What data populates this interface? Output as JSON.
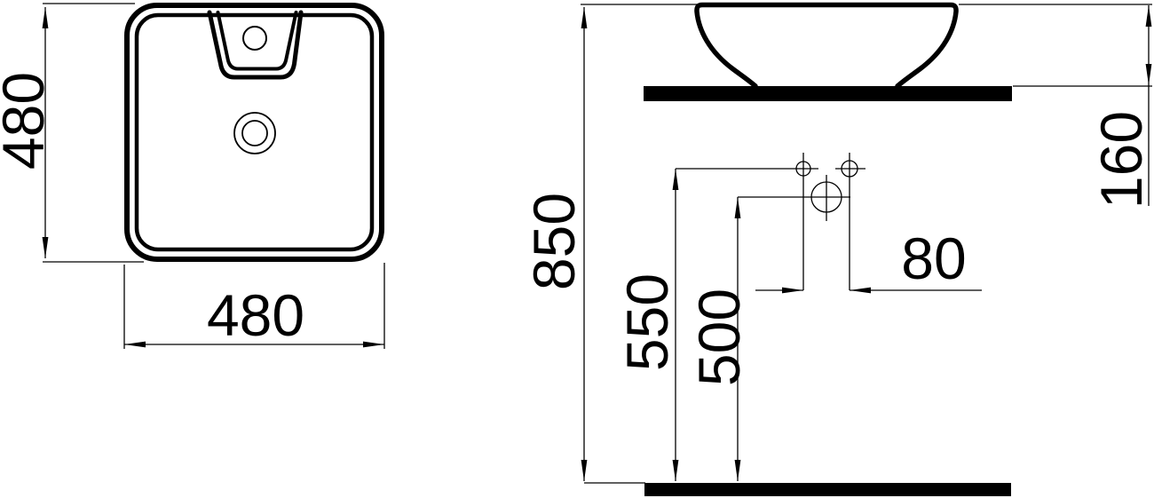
{
  "drawing": {
    "background": "#ffffff",
    "line_color": "#000000",
    "dimensions": {
      "top_view_height": {
        "label": "480"
      },
      "top_view_width": {
        "label": "480"
      },
      "overall_height": {
        "label": "850"
      },
      "side_hole_height": {
        "label": "550"
      },
      "center_hole_height": {
        "label": "500"
      },
      "rim_above_counter": {
        "label": "160"
      },
      "hole_spacing": {
        "label": "80"
      }
    }
  }
}
